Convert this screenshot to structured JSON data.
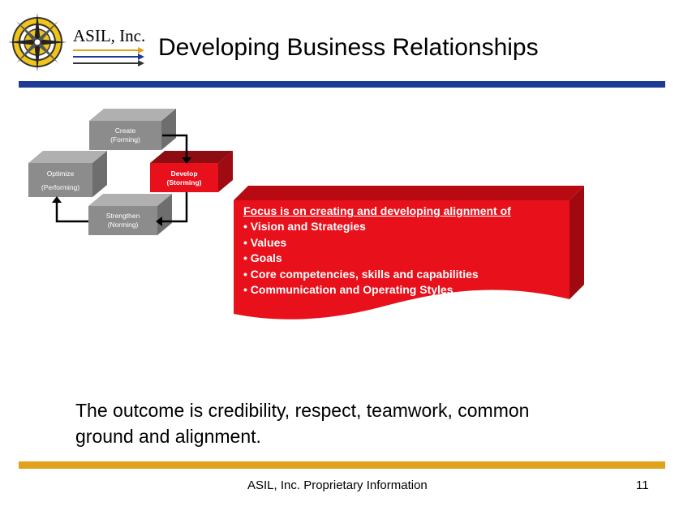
{
  "logo": {
    "text": "ASIL, Inc."
  },
  "slide": {
    "title": "Developing Business Relationships"
  },
  "diagram": {
    "create": {
      "line1": "Create",
      "line2": "(Forming)"
    },
    "develop": {
      "line1": "Develop",
      "line2": "(Storming)"
    },
    "strengthen": {
      "line1": "Strengthen",
      "line2": "(Norming)"
    },
    "optimize": {
      "line1": "Optimize",
      "line2": "(Performing)"
    }
  },
  "focus": {
    "heading": "Focus is on creating and developing alignment of",
    "bullets": [
      "• Vision and Strategies",
      "• Values",
      "• Goals",
      "• Core competencies, skills and capabilities",
      "• Communication and Operating Styles"
    ]
  },
  "outcome": {
    "text": "The outcome is credibility, respect, teamwork, common ground and alignment."
  },
  "footer": {
    "text": "ASIL, Inc. Proprietary Information",
    "page": "11"
  },
  "colors": {
    "title_rule": "#1f3a93",
    "footer_rule": "#e0a21b",
    "accent_red": "#e8101a",
    "box_gray": "#8c8c8c"
  }
}
